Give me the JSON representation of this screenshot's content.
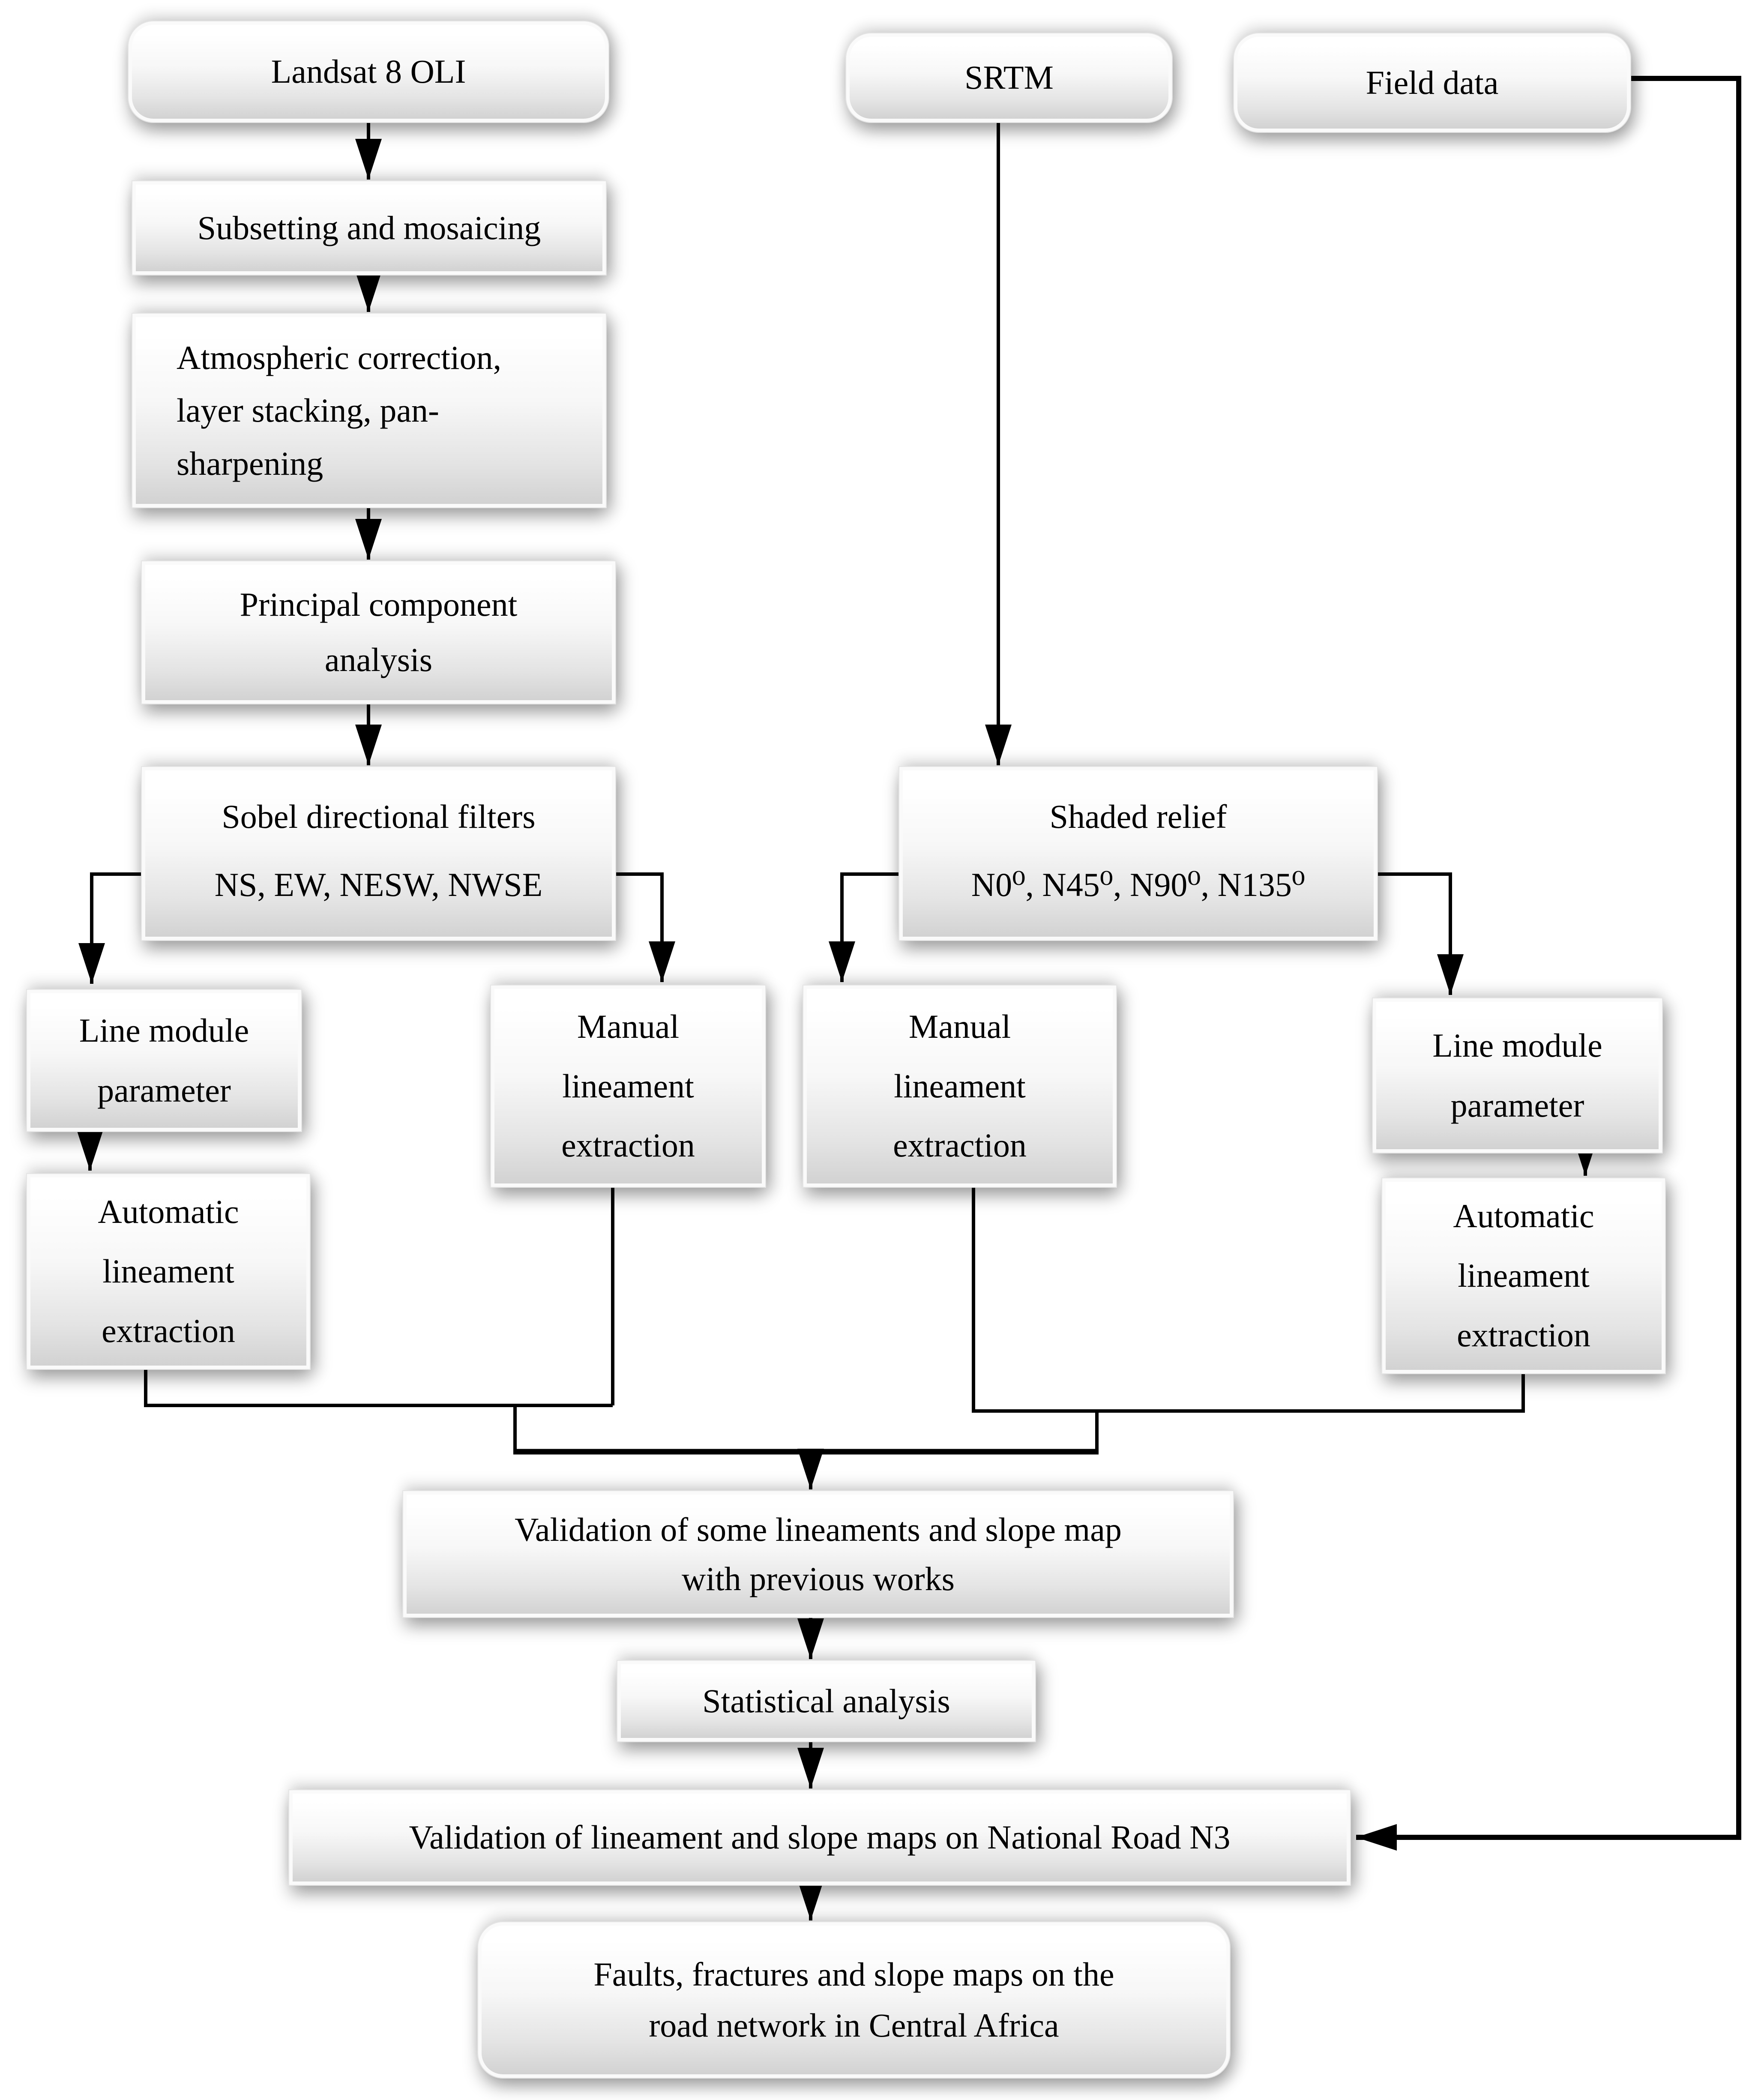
{
  "figure": {
    "type": "flowchart",
    "description": "Methodology flowchart for lineament and slope map extraction"
  },
  "style": {
    "line_color": "#000000",
    "box_fill_top": "#ffffff",
    "box_fill_bottom": "#d2d2d2",
    "box_border": "#fafafa",
    "text_color": "#000000"
  },
  "nodes": {
    "landsat": {
      "label": "Landsat 8 OLI"
    },
    "srtm": {
      "label": "SRTM"
    },
    "field_data": {
      "label": "Field data"
    },
    "subsetting": {
      "label": "Subsetting and mosaicing"
    },
    "atmospheric": {
      "label": "Atmospheric correction,\nlayer stacking, pan-\nsharpening"
    },
    "pca": {
      "label": "Principal component\nanalysis"
    },
    "sobel": {
      "title": "Sobel directional filters",
      "subtitle": "NS, EW, NESW, NWSE"
    },
    "shaded_relief": {
      "title": "Shaded relief",
      "subtitle": "N0⁰, N45⁰, N90⁰, N135⁰"
    },
    "line_module_left": {
      "label": "Line module\nparameter"
    },
    "manual_left": {
      "label": "Manual\nlineament\nextraction"
    },
    "manual_right": {
      "label": "Manual\nlineament\nextraction"
    },
    "line_module_right": {
      "label": "Line module\nparameter"
    },
    "automatic_left": {
      "label": "Automatic\nlineament\nextraction"
    },
    "automatic_right": {
      "label": "Automatic\nlineament\nextraction"
    },
    "validation_previous": {
      "label": "Validation of some lineaments and slope map\nwith previous works"
    },
    "statistical": {
      "label": "Statistical analysis"
    },
    "validation_n3": {
      "label": "Validation of lineament and slope maps on National Road N3"
    },
    "faults": {
      "label": "Faults, fractures and slope maps on the\nroad network in Central Africa"
    }
  }
}
